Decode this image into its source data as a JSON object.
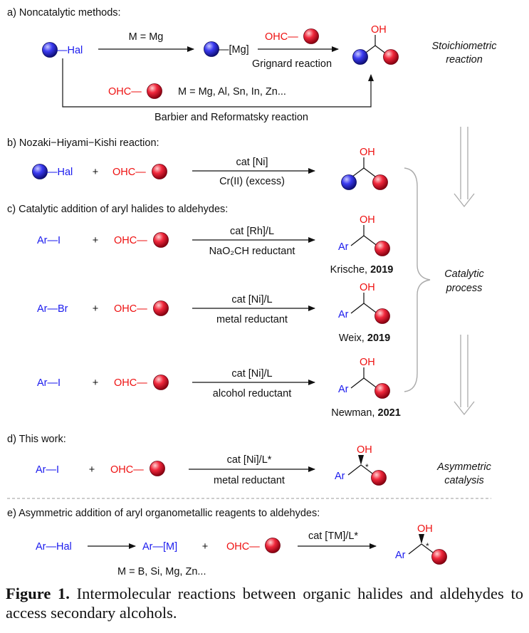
{
  "sections": {
    "a": {
      "title": "a) Noncatalytic methods:",
      "reagent": "M = Mg",
      "grignard": "Grignard reaction",
      "metals": "M = Mg, Al, Sn, In, Zn...",
      "barbier": "Barbier and Reformatsky reaction",
      "side": [
        "Stoichiometric",
        "reaction"
      ]
    },
    "b": {
      "title": "b) Nozaki−Hiyami−Kishi reaction:",
      "cond_top": "cat [Ni]",
      "cond_bottom": "Cr(II) (excess)"
    },
    "c": {
      "title": "c) Catalytic addition of aryl halides to aldehydes:",
      "rows": [
        {
          "substrate": "Ar—I",
          "cond_top": "cat [Rh]/L",
          "cond_bottom": "NaO₂CH reductant",
          "ref_name": "Krische, ",
          "ref_year": "2019"
        },
        {
          "substrate": "Ar—Br",
          "cond_top": "cat [Ni]/L",
          "cond_bottom": "metal reductant",
          "ref_name": "Weix, ",
          "ref_year": "2019"
        },
        {
          "substrate": "Ar—I",
          "cond_top": "cat [Ni]/L",
          "cond_bottom": "alcohol reductant",
          "ref_name": "Newman, ",
          "ref_year": "2021"
        }
      ],
      "side": [
        "Catalytic",
        "process"
      ]
    },
    "d": {
      "title": "d) This work:",
      "substrate": "Ar—I",
      "cond_top": "cat [Ni]/L*",
      "cond_bottom": "metal reductant",
      "side": [
        "Asymmetric",
        "catalysis"
      ]
    },
    "e": {
      "title": "e) Asymmetric addition of aryl organometallic reagents to aldehydes:",
      "start": "Ar—Hal",
      "intermediate": "Ar—[M]",
      "metals": "M = B, Si, Mg, Zn...",
      "cond_top": "cat [TM]/L*"
    }
  },
  "labels": {
    "hal": "—Hal",
    "mg": "—[Mg]",
    "oh": "OH",
    "ohc": "OHC—",
    "ar": "Ar",
    "plus": "+",
    "star": "*"
  },
  "caption": {
    "bold": "Figure 1.",
    "text": " Intermolecular reactions between organic halides and aldehydes to access secondary alcohols."
  },
  "colors": {
    "blue": "#1a1aee",
    "red": "#ee1111",
    "ball_blue": "#3a3af0",
    "ball_red": "#f0283c"
  }
}
